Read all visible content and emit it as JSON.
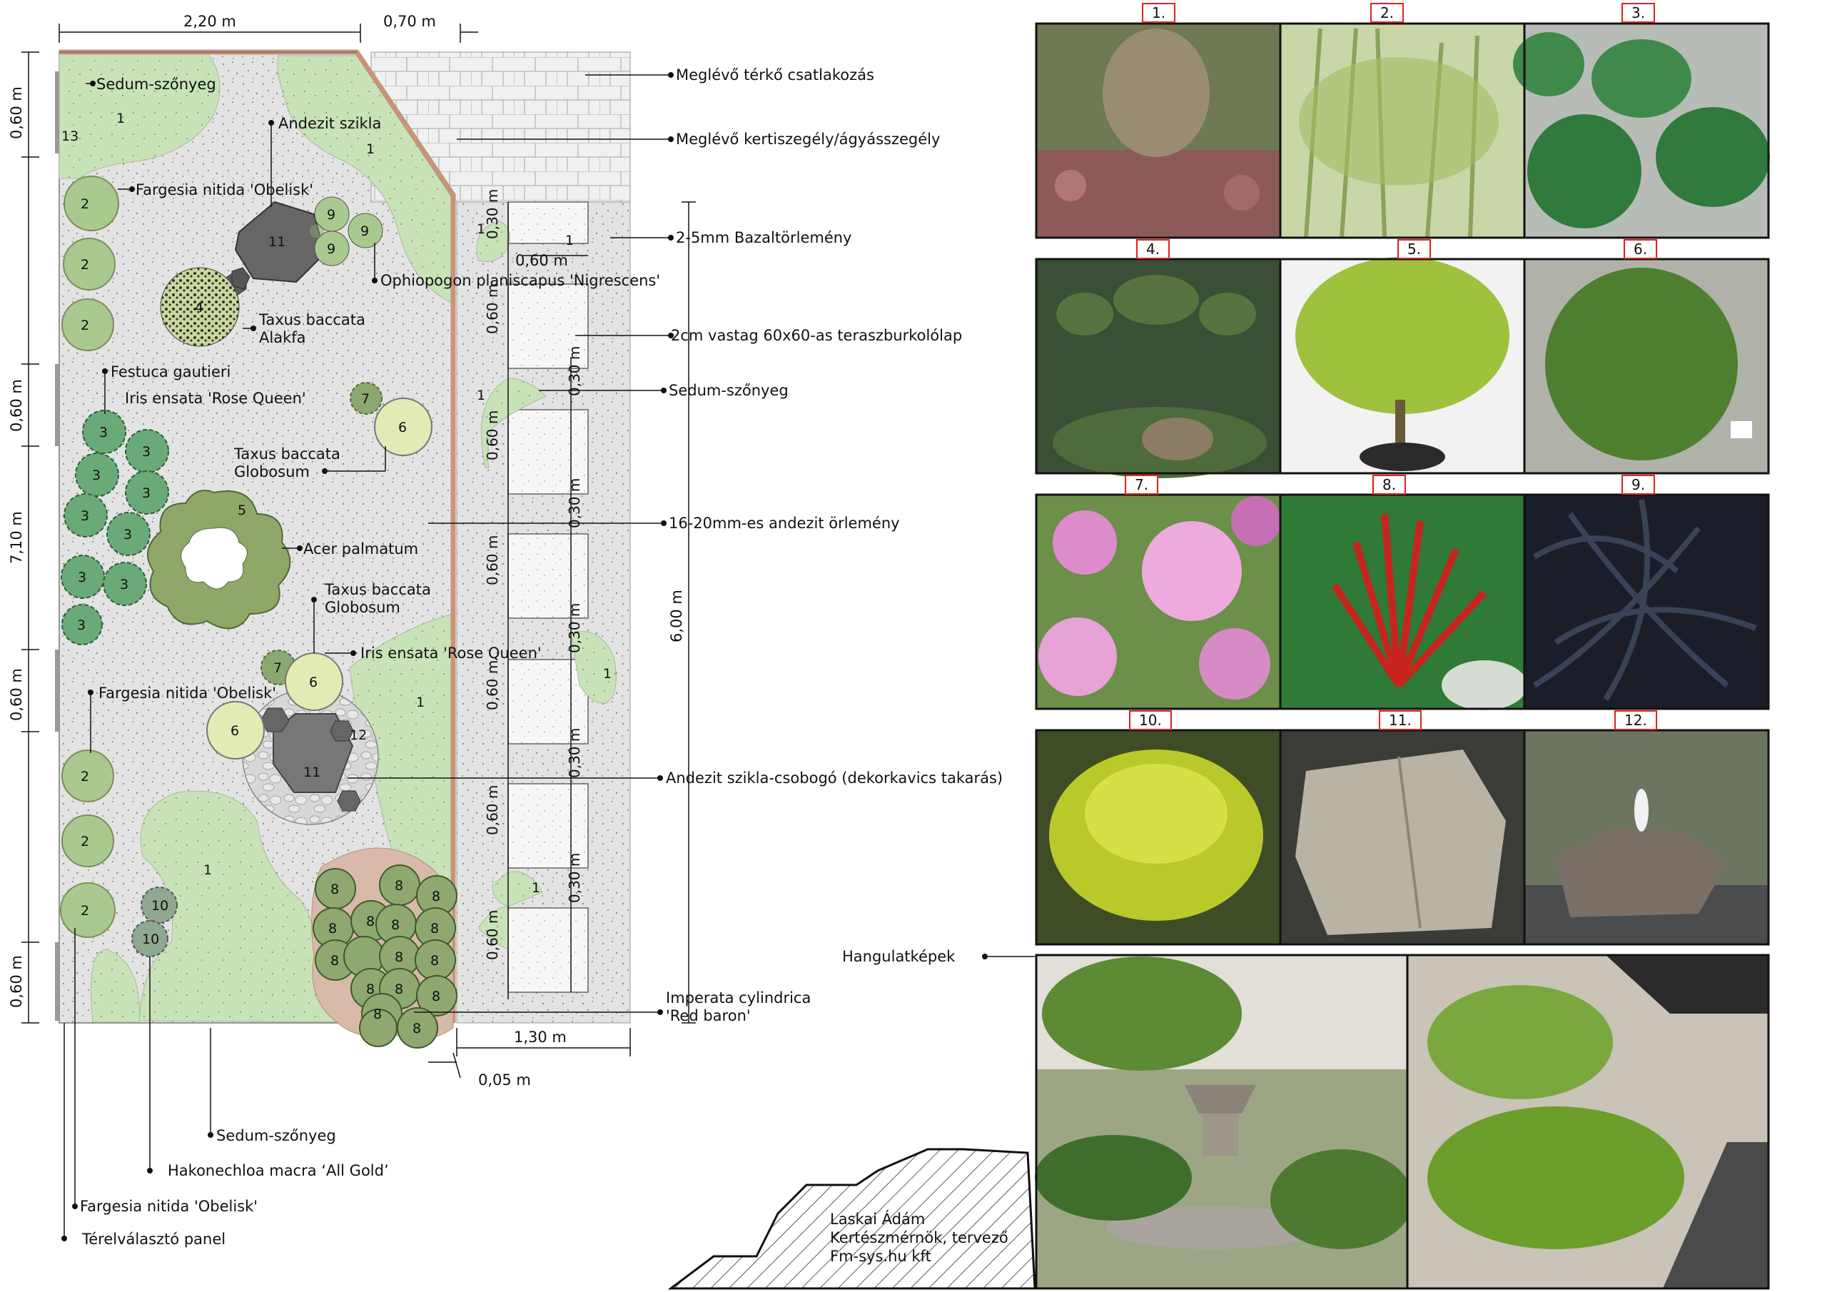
{
  "dimensions": {
    "top_width_left": "2,20 m",
    "top_width_right": "0,70 m",
    "left_segments": [
      "0,60 m",
      "0,60 m",
      "7,10 m",
      "0,60 m",
      "0,60 m"
    ],
    "right_total": "6,00 m",
    "bottom_width": "1,30 m",
    "bottom_gap": "0,05 m",
    "slab_offset": "0,60 m",
    "path_gaps": [
      "0,30 m",
      "0,30 m",
      "0,30 m",
      "0,30 m",
      "0,30 m"
    ],
    "path_slabs": [
      "0,60 m",
      "0,60 m",
      "0,60 m",
      "0,60 m",
      "0,60 m",
      "0,60 m"
    ]
  },
  "plan_labels": {
    "sedum_top": "Sedum-szőnyeg",
    "andezit_szikla": "Andezit szikla",
    "fargesia_1": "Fargesia nitida 'Obelisk'",
    "ophiopogon": "Ophiopogon planiscapus 'Nigrescens'",
    "taxus_alakfa_1": "Taxus baccata",
    "taxus_alakfa_2": "Alakfa",
    "festuca": "Festuca gautieri",
    "iris_1": "Iris ensata 'Rose Queen'",
    "taxus_glob_1a": "Taxus baccata",
    "taxus_glob_1b": "Globosum",
    "acer": "Acer palmatum",
    "taxus_glob_2a": "Taxus baccata",
    "taxus_glob_2b": "Globosum",
    "iris_2": "Iris ensata 'Rose Queen'",
    "fargesia_2": "Fargesia nitida 'Obelisk'"
  },
  "right_labels": {
    "terko": "Meglévő térkő csatlakozás",
    "szegely": "Meglévő kertiszegély/ágyásszegély",
    "bazalt": "2-5mm Bazaltörlemény",
    "lap": "2cm vastag 60x60-as teraszburkolólap",
    "sedum": "Sedum-szőnyeg",
    "andezit_orl": "16-20mm-es andezit örlemény",
    "csobogo": "Andezit szikla-csobogó (dekorkavics takarás)",
    "imperata_1": "Imperata cylindrica",
    "imperata_2": "'Red baron'"
  },
  "bottom_labels": {
    "sedum": "Sedum-szőnyeg",
    "hakonechloa": "Hakonechloa macra ‘All Gold’",
    "fargesia": "Fargesia nitida 'Obelisk'",
    "panel": "Térelválasztó panel"
  },
  "plant_numbers": {
    "n1": "1",
    "n2": "2",
    "n3": "3",
    "n4": "4",
    "n5": "5",
    "n6": "6",
    "n7": "7",
    "n8": "8",
    "n9": "9",
    "n10": "10",
    "n11": "11",
    "n12": "12",
    "n13": "13"
  },
  "photo_numbers": [
    "1.",
    "2.",
    "3.",
    "4.",
    "5.",
    "6.",
    "7.",
    "8.",
    "9.",
    "10.",
    "11.",
    "12."
  ],
  "hangulat_label": "Hangulatképek",
  "author": {
    "line1": "Laskai Ádám",
    "line2": "Kertészmérnök, tervező",
    "line3": "Fm-sys.hu kft"
  },
  "colors": {
    "gravel": "#e3e3e3",
    "sedum": "#c8e3b8",
    "border": "#c9937a",
    "fargesia": "#a9c98e",
    "festuca": "#6aaa78",
    "acer": "#8fa86a",
    "rock": "#777777",
    "photo_label_border": "#dd2222"
  }
}
